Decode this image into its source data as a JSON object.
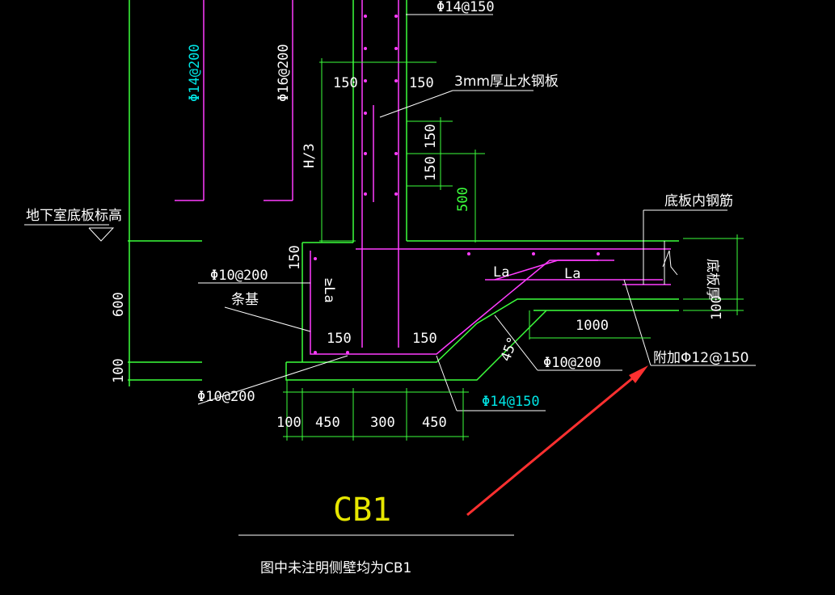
{
  "colors": {
    "background": "#000000",
    "concrete": "#3cff3c",
    "rebar": "#ff3cff",
    "text": "#ffffff",
    "callout": "#00e6e6",
    "title": "#e6e600",
    "arrow": "#ff3030"
  },
  "labels": {
    "wall_rebar_outer": "Φ14@200",
    "wall_rebar_inner": "Φ16@200",
    "wall_rebar_top": "Φ14@150",
    "dim_150_left": "150",
    "dim_150_right": "150",
    "waterstop": "3mm厚止水钢板",
    "dim_h3": "H/3",
    "dim_150_a": "150",
    "dim_150_b": "150",
    "dim_500": "500",
    "basement_floor_level": "地下室底板标高",
    "dim_150_footing": "150",
    "stirrup_top": "Φ10@200",
    "strip_footing": "条基",
    "la_vertical": "≥La",
    "la_left": "La",
    "la_right": "La",
    "dim_600": "600",
    "dim_100_left": "100",
    "bottom_150_a": "150",
    "bottom_150_b": "150",
    "slab_inner_rebar": "底板内钢筋",
    "slab_thickness": "底板厚",
    "dim_100_right": "100",
    "dim_1000": "1000",
    "rebar_slope": "Φ10@200",
    "angle": "45°",
    "added_rebar": "附加Φ12@150",
    "stirrup_bottom": "Φ10@200",
    "bottom_rebar": "Φ14@150",
    "dim_100_bottom": "100",
    "dim_450_a": "450",
    "dim_300": "300",
    "dim_450_b": "450",
    "title": "CB1",
    "note": "图中未注明侧壁均为CB1"
  }
}
